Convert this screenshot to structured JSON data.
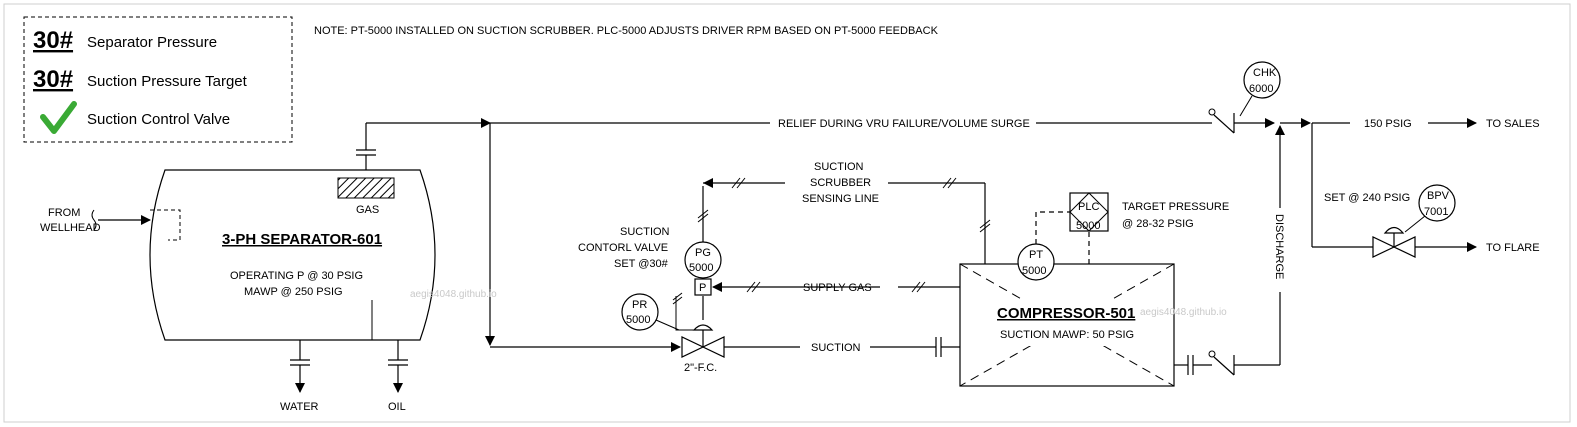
{
  "note": "NOTE: PT-5000 INSTALLED ON SUCTION SCRUBBER. PLC-5000 ADJUSTS DRIVER RPM BASED ON PT-5000 FEEDBACK",
  "legend": {
    "items": [
      {
        "symbol": "30#",
        "label": "Separator Pressure"
      },
      {
        "symbol": "30#",
        "label": "Suction Pressure Target"
      },
      {
        "symbol": "check-icon",
        "label": "Suction Control Valve"
      }
    ]
  },
  "separator": {
    "title": "3-PH SEPARATOR-601",
    "operating": "OPERATING P @ 30 PSIG",
    "mawp": "MAWP @ 250 PSIG",
    "gas_label": "GAS",
    "water_label": "WATER",
    "oil_label": "OIL",
    "from_line1": "FROM",
    "from_line2": "WELLHEAD"
  },
  "lines": {
    "relief": "RELIEF DURING VRU FAILURE/VOLUME SURGE",
    "scrubber1": "SUCTION",
    "scrubber2": "SCRUBBER",
    "scrubber3": "SENSING LINE",
    "supply_gas": "SUPPLY GAS",
    "suction": "SUCTION",
    "discharge": "DISCHARGE",
    "psig150": "150 PSIG",
    "to_sales": "TO SALES",
    "to_flare": "TO FLARE",
    "set240": "SET @ 240 PSIG"
  },
  "valve": {
    "l1": "SUCTION",
    "l2": "CONTORL VALVE",
    "l3": "SET @30#",
    "size": "2\"-F.C.",
    "positioner": "P"
  },
  "instruments": {
    "pg": {
      "tag": "PG",
      "num": "5000"
    },
    "pr": {
      "tag": "PR",
      "num": "5000"
    },
    "pt": {
      "tag": "PT",
      "num": "5000"
    },
    "plc": {
      "tag": "PLC",
      "num": "5000"
    },
    "chk": {
      "tag": "CHK",
      "num": "6000"
    },
    "bpv": {
      "tag": "BPV",
      "num": "7001"
    }
  },
  "target": {
    "l1": "TARGET PRESSURE",
    "l2": "@ 28-32 PSIG"
  },
  "compressor": {
    "title": "COMPRESSOR-501",
    "mawp": "SUCTION MAWP: 50 PSIG"
  },
  "watermark": "aegis4048.github.io",
  "colors": {
    "check": "#3aaa35",
    "watermark": "#c9c9c9"
  }
}
